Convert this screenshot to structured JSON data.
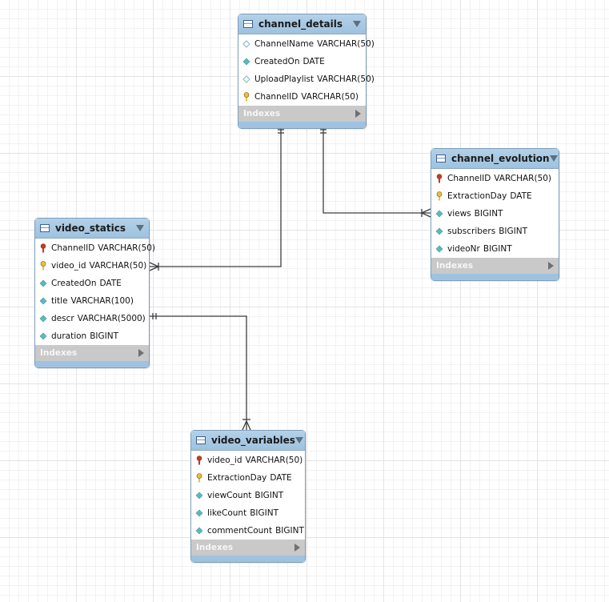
{
  "tables": {
    "channel_details": {
      "name": "channel_details",
      "columns": [
        {
          "name": "ChannelName",
          "type": "VARCHAR(50)",
          "icon": "diamond-outline-icon"
        },
        {
          "name": "CreatedOn",
          "type": "DATE",
          "icon": "diamond-teal-icon"
        },
        {
          "name": "UploadPlaylist",
          "type": "VARCHAR(50)",
          "icon": "diamond-outline-icon"
        },
        {
          "name": "ChannelID",
          "type": "VARCHAR(50)",
          "icon": "key-yellow-icon"
        }
      ],
      "indexes_label": "Indexes"
    },
    "channel_evolution": {
      "name": "channel_evolution",
      "columns": [
        {
          "name": "ChannelID",
          "type": "VARCHAR(50)",
          "icon": "key-red-icon"
        },
        {
          "name": "ExtractionDay",
          "type": "DATE",
          "icon": "key-yellow-icon"
        },
        {
          "name": "views",
          "type": "BIGINT",
          "icon": "diamond-teal-icon"
        },
        {
          "name": "subscribers",
          "type": "BIGINT",
          "icon": "diamond-teal-icon"
        },
        {
          "name": "videoNr",
          "type": "BIGINT",
          "icon": "diamond-teal-icon"
        }
      ],
      "indexes_label": "Indexes"
    },
    "video_statics": {
      "name": "video_statics",
      "columns": [
        {
          "name": "ChannelID",
          "type": "VARCHAR(50)",
          "icon": "key-red-icon"
        },
        {
          "name": "video_id",
          "type": "VARCHAR(50)",
          "icon": "key-yellow-icon"
        },
        {
          "name": "CreatedOn",
          "type": "DATE",
          "icon": "diamond-teal-icon"
        },
        {
          "name": "title",
          "type": "VARCHAR(100)",
          "icon": "diamond-teal-icon"
        },
        {
          "name": "descr",
          "type": "VARCHAR(5000)",
          "icon": "diamond-teal-icon"
        },
        {
          "name": "duration",
          "type": "BIGINT",
          "icon": "diamond-teal-icon"
        }
      ],
      "indexes_label": "Indexes"
    },
    "video_variables": {
      "name": "video_variables",
      "columns": [
        {
          "name": "video_id",
          "type": "VARCHAR(50)",
          "icon": "key-red-icon"
        },
        {
          "name": "ExtractionDay",
          "type": "DATE",
          "icon": "key-yellow-icon"
        },
        {
          "name": "viewCount",
          "type": "BIGINT",
          "icon": "diamond-teal-icon"
        },
        {
          "name": "likeCount",
          "type": "BIGINT",
          "icon": "diamond-teal-icon"
        },
        {
          "name": "commentCount",
          "type": "BIGINT",
          "icon": "diamond-teal-icon"
        }
      ],
      "indexes_label": "Indexes"
    }
  },
  "relationships": [
    {
      "from": "channel_details",
      "to": "video_statics",
      "from_card": "one",
      "to_card": "many"
    },
    {
      "from": "channel_details",
      "to": "channel_evolution",
      "from_card": "one",
      "to_card": "many"
    },
    {
      "from": "video_statics",
      "to": "video_variables",
      "from_card": "one",
      "to_card": "many"
    }
  ],
  "colors": {
    "header": "#9ec2df",
    "indexes_bar": "#c9c9c9",
    "key_red": "#cc3333",
    "key_yellow": "#e8c23a",
    "attr_teal": "#5fb8c0",
    "connector": "#3d3d3d"
  }
}
